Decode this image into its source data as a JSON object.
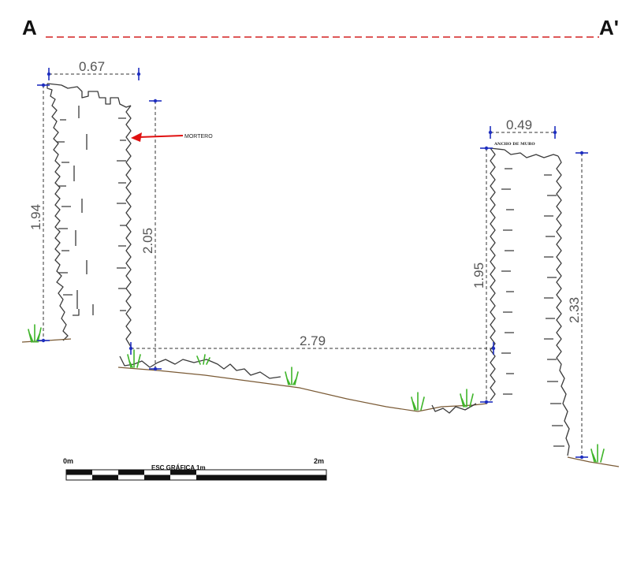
{
  "section": {
    "start_label": "A",
    "end_label": "A'",
    "line_color": "#d42020"
  },
  "dimensions": {
    "left_wall_width": "0.67",
    "left_wall_height_outer": "1.94",
    "left_wall_height_inner": "2.05",
    "right_wall_width": "0.49",
    "right_wall_height_inner": "1.95",
    "right_wall_height_outer": "2.33",
    "gap_between_walls": "2.79"
  },
  "annotations": {
    "mortar_label": "MORTERO",
    "wall_width_label": "ANCHO DE MURO",
    "arrow_color": "#e01010"
  },
  "scale_bar": {
    "start": "0m",
    "end": "2m",
    "title": "ESC GRÁFICA 1m"
  },
  "colors": {
    "dimension_marker": "#1f2fbf",
    "vegetation": "#3fb52a",
    "ground": "#7a5a35"
  }
}
